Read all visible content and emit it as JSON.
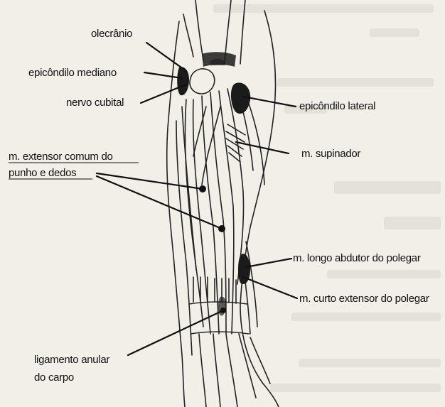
{
  "labels": {
    "olecranio": "olecrânio",
    "epicondilo_mediano": "epicôndilo mediano",
    "nervo_cubital": "nervo cubital",
    "epicondilo_lateral": "epicôndilo lateral",
    "extensor_line1": "m. extensor comum do",
    "extensor_line2": "punho e dedos",
    "supinador": "m. supinador",
    "longo_abdutor": "m. longo abdutor do polegar",
    "curto_extensor": "m. curto extensor do polegar",
    "ligamento_line1": "ligamento anular",
    "ligamento_line2": "do carpo"
  },
  "colors": {
    "ink": "#111111",
    "paper": "#f2efe9",
    "bleed": "#cfcac3"
  }
}
